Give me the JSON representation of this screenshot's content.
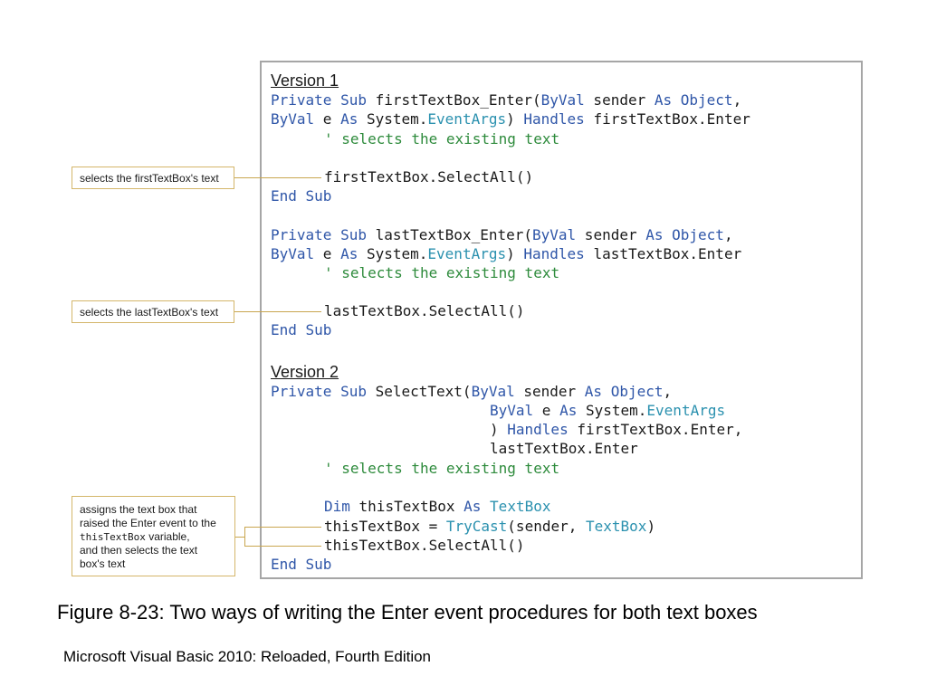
{
  "version1": {
    "heading": "Version 1",
    "l1": {
      "a": "Private Sub",
      "b": " firstTextBox_Enter(",
      "c": "ByVal",
      "d": " sender ",
      "e": "As Object",
      "f": ","
    },
    "l2": {
      "a": "ByVal",
      "b": " e ",
      "c": "As",
      "d": " System.",
      "e": "EventArgs",
      "f": ") ",
      "g": "Handles",
      "h": " firstTextBox.Enter"
    },
    "l3": "' selects the existing text",
    "l4": "firstTextBox.SelectAll()",
    "l5": "End Sub",
    "l6": {
      "a": "Private Sub",
      "b": " lastTextBox_Enter(",
      "c": "ByVal",
      "d": " sender ",
      "e": "As Object",
      "f": ","
    },
    "l7": {
      "a": "ByVal",
      "b": " e ",
      "c": "As",
      "d": " System.",
      "e": "EventArgs",
      "f": ") ",
      "g": "Handles",
      "h": " lastTextBox.Enter"
    },
    "l8": "' selects the existing text",
    "l9": "lastTextBox.SelectAll()",
    "l10": "End Sub"
  },
  "version2": {
    "heading": "Version 2",
    "l1": {
      "a": "Private Sub",
      "b": " SelectText(",
      "c": "ByVal",
      "d": " sender ",
      "e": "As Object",
      "f": ","
    },
    "l2": {
      "a": "ByVal",
      "b": " e ",
      "c": "As",
      "d": " System.",
      "e": "EventArgs"
    },
    "l3": {
      "a": ") ",
      "b": "Handles",
      "c": " firstTextBox.Enter,"
    },
    "l4": "lastTextBox.Enter",
    "l5": "' selects the existing text",
    "l6": {
      "a": "Dim",
      "b": " thisTextBox ",
      "c": "As",
      "d": " ",
      "e": "TextBox"
    },
    "l7": {
      "a": "thisTextBox = ",
      "b": "TryCast",
      "c": "(sender, ",
      "d": "TextBox",
      "e": ")"
    },
    "l8": "thisTextBox.SelectAll()",
    "l9": "End Sub"
  },
  "callouts": {
    "first": "selects the firstTextBox's text",
    "last": "selects the lastTextBox's text",
    "assign": {
      "t1": "assigns the text box that",
      "t2": "raised the Enter event to the",
      "t3": "thisTextBox",
      "t4": " variable,",
      "t5": "and then selects the text",
      "t6": "box's text"
    }
  },
  "caption": "Figure 8-23: Two ways of writing the Enter event procedures for both text boxes",
  "footer": "Microsoft Visual Basic 2010: Reloaded, Fourth Edition",
  "colors": {
    "keyword": "#2f56a8",
    "type": "#2b91af",
    "comment": "#2e8b3c",
    "border": "#a6a6a6",
    "callout_border": "#d4b66a"
  }
}
